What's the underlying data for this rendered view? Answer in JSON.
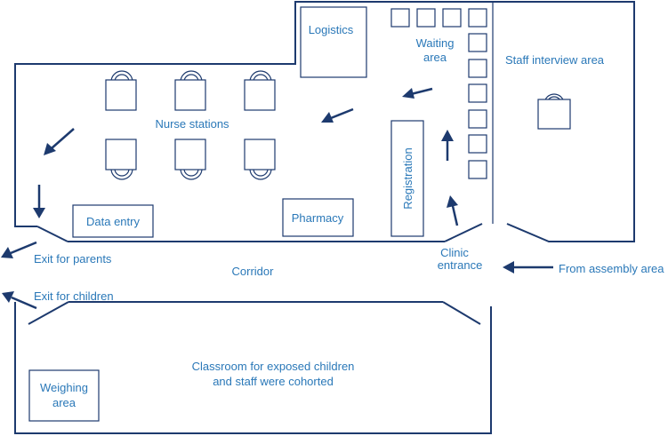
{
  "labels": {
    "logistics": "Logistics",
    "waiting_line1": "Waiting",
    "waiting_line2": "area",
    "staff_interview": "Staff interview area",
    "nurse_stations": "Nurse stations",
    "registration": "Registration",
    "data_entry": "Data entry",
    "pharmacy": "Pharmacy",
    "exit_parents": "Exit for parents",
    "corridor": "Corridor",
    "clinic_line1": "Clinic",
    "clinic_line2": "entrance",
    "from_assembly": "From assembly area",
    "exit_children": "Exit for children",
    "classroom_line1": "Classroom for exposed children",
    "classroom_line2": "and staff were cohorted",
    "weighing_line1": "Weighing",
    "weighing_line2": "area"
  },
  "colors": {
    "wall": "#1d3a6e",
    "label": "#2a78b8"
  }
}
